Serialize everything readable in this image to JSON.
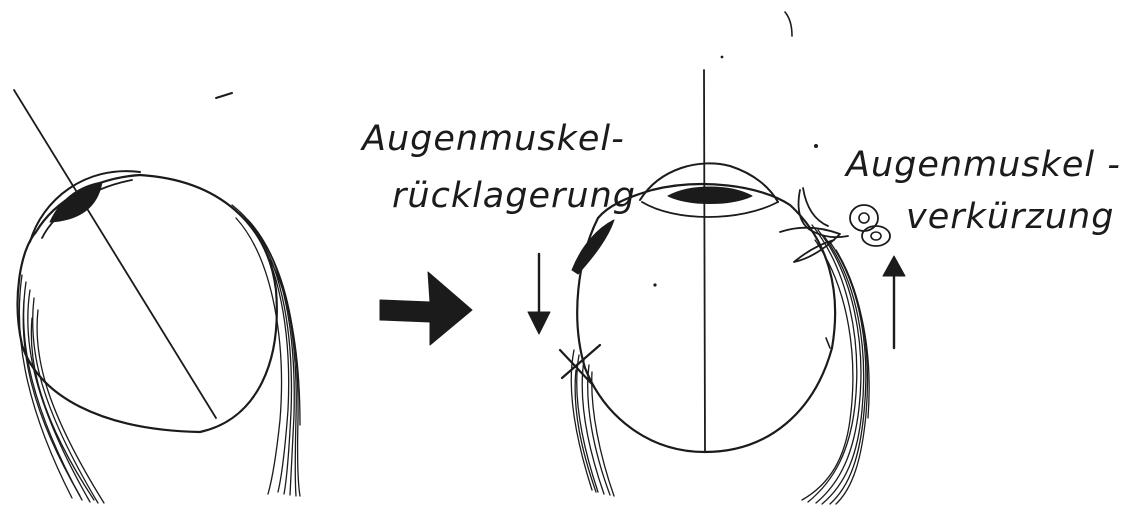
{
  "labels": {
    "recession_line1": "Augenmuskel-",
    "recession_line2": "rücklagerung",
    "resection_line1": "Augenmuskel -",
    "resection_line2": "verkürzung"
  },
  "colors": {
    "ink": "#1b1b1b",
    "paper": "#ffffff"
  },
  "icons": {
    "transition_arrow": "right-arrow-icon",
    "recession_arrow": "down-arrow-icon",
    "resection_arrow": "up-arrow-icon",
    "scissors": "scissors-icon",
    "cut_mark": "x-mark-icon"
  }
}
